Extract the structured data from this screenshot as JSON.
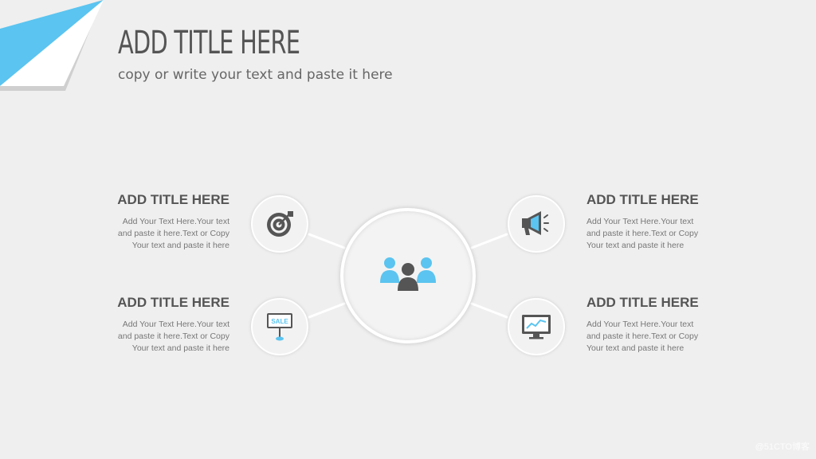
{
  "header": {
    "title": "ADD TITLE HERE",
    "subtitle": "copy or write your text and paste it here"
  },
  "colors": {
    "accent": "#5bc4f0",
    "icon_dark": "#555555",
    "background": "#efefef"
  },
  "center": {
    "icon": "people-group-icon"
  },
  "items": [
    {
      "position": "top-left",
      "icon": "target-icon",
      "title": "ADD TITLE HERE",
      "lines": [
        "Add Your Text Here.Your text",
        "and paste it here.Text or Copy",
        "Your text and paste it here"
      ]
    },
    {
      "position": "bottom-left",
      "icon": "sale-sign-icon",
      "icon_text": "SALE",
      "title": "ADD TITLE HERE",
      "lines": [
        "Add Your Text Here.Your text",
        "and paste it here.Text or Copy",
        "Your text and paste it here"
      ]
    },
    {
      "position": "top-right",
      "icon": "megaphone-icon",
      "title": "ADD TITLE HERE",
      "lines": [
        "Add Your Text Here.Your text",
        "and paste it here.Text or Copy",
        "Your text and paste it here"
      ]
    },
    {
      "position": "bottom-right",
      "icon": "monitor-chart-icon",
      "title": "ADD TITLE HERE",
      "lines": [
        "Add Your Text Here.Your text",
        "and paste it here.Text or Copy",
        "Your text and paste it here"
      ]
    }
  ],
  "watermark": "@51CTO博客"
}
